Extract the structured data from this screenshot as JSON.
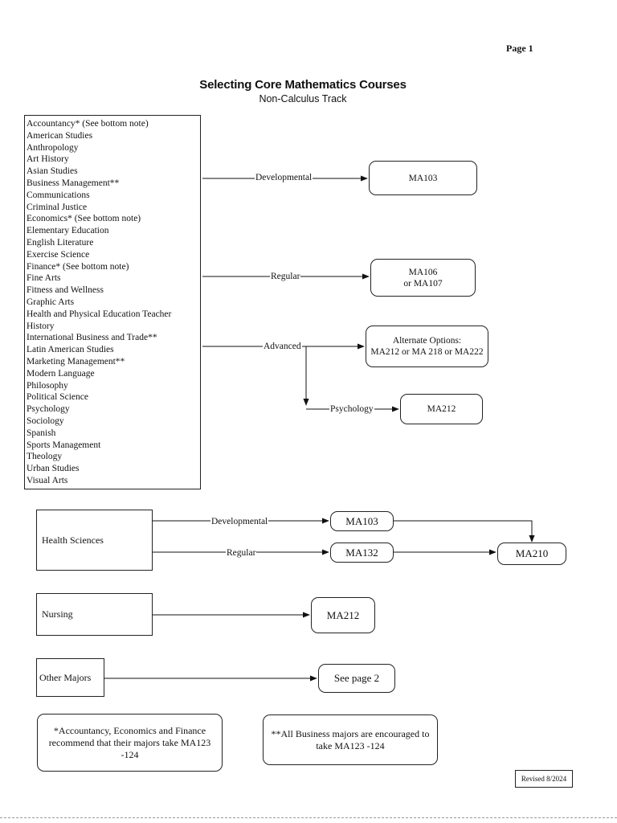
{
  "page_label": "Page 1",
  "title": "Selecting Core Mathematics Courses",
  "subtitle": "Non-Calculus Track",
  "majors": [
    "Accountancy* (See bottom note)",
    "American Studies",
    "Anthropology",
    "Art History",
    "Asian Studies",
    "Business Management**",
    "Communications",
    "Criminal Justice",
    "Economics* (See bottom note)",
    "Elementary Education",
    "English Literature",
    "Exercise Science",
    "Finance* (See bottom note)",
    "Fine Arts",
    "Fitness and Wellness",
    "Graphic Arts",
    "Health and Physical Education Teacher",
    "History",
    "International Business and Trade**",
    "Latin American Studies",
    "Marketing Management**",
    "Modern Language",
    "Philosophy",
    "Political Science",
    "Psychology",
    "Sociology",
    "Spanish",
    "Sports Management",
    "Theology",
    "Urban Studies",
    "Visual Arts"
  ],
  "main_paths": {
    "developmental_label": "Developmental",
    "developmental_course": "MA103",
    "regular_label": "Regular",
    "regular_course_line1": "MA106",
    "regular_course_line2": "or MA107",
    "advanced_label": "Advanced",
    "advanced_course_line1": "Alternate Options:",
    "advanced_course_line2": "MA212 or MA 218 or MA222",
    "psychology_label": "Psychology",
    "psychology_course": "MA212"
  },
  "health_sciences": {
    "label": "Health Sciences",
    "developmental_label": "Developmental",
    "developmental_course": "MA103",
    "regular_label": "Regular",
    "regular_course": "MA132",
    "final_course": "MA210"
  },
  "nursing": {
    "label": "Nursing",
    "course": "MA212"
  },
  "other_majors": {
    "label": "Other Majors",
    "target": "See page 2"
  },
  "notes": {
    "accountancy_note": "*Accountancy, Economics and Finance recommend that their majors take MA123 -124",
    "business_note": "**All Business majors are encouraged to take MA123 -124"
  },
  "revised": "Revised 8/2024"
}
